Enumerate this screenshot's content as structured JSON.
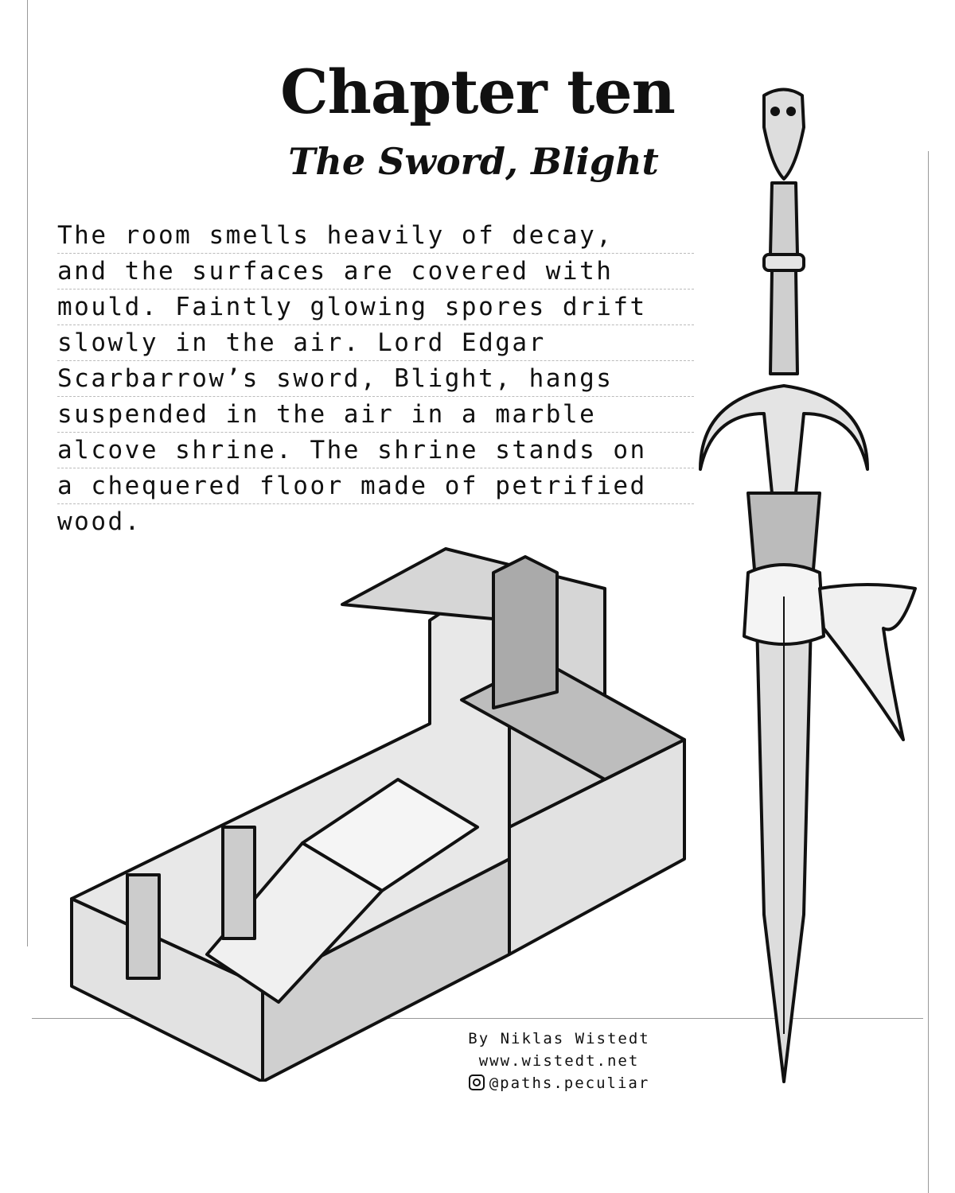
{
  "header": {
    "title": "Chapter ten",
    "subtitle": "The Sword, Blight"
  },
  "body": {
    "lines": [
      "The room smells heavily of decay,",
      "and the surfaces are covered with",
      "mould. Faintly glowing spores drift",
      "slowly in the air. Lord Edgar",
      "Scarbarrow’s sword, Blight, hangs",
      "suspended in the air in a marble",
      "alcove shrine. The shrine stands on",
      "a chequered floor made of petrified",
      "wood."
    ]
  },
  "credits": {
    "author": "By Niklas Wistedt",
    "website": "www.wistedt.net",
    "instagram": "@paths.peculiar",
    "instagram_icon": "instagram-icon"
  }
}
